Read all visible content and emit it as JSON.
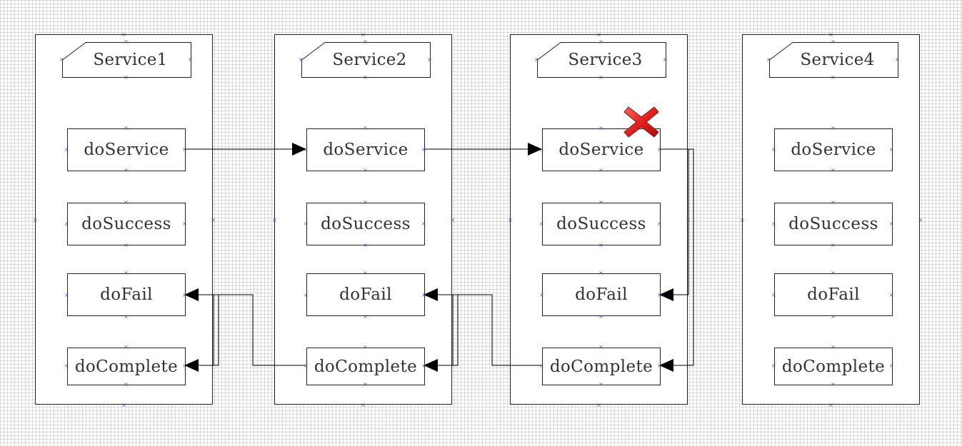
{
  "diagram": {
    "lanes": [
      {
        "id": "service1",
        "title": "Service1",
        "methods": {
          "service": "doService",
          "success": "doSuccess",
          "fail": "doFail",
          "complete": "doComplete"
        }
      },
      {
        "id": "service2",
        "title": "Service2",
        "methods": {
          "service": "doService",
          "success": "doSuccess",
          "fail": "doFail",
          "complete": "doComplete"
        }
      },
      {
        "id": "service3",
        "title": "Service3",
        "methods": {
          "service": "doService",
          "success": "doSuccess",
          "fail": "doFail",
          "complete": "doComplete"
        }
      },
      {
        "id": "service4",
        "title": "Service4",
        "methods": {
          "service": "doService",
          "success": "doSuccess",
          "fail": "doFail",
          "complete": "doComplete"
        }
      }
    ],
    "failure_marker": {
      "icon": "red-x-icon",
      "target": "Service3.doService",
      "color": "#e02020"
    },
    "connections": [
      {
        "from": "Service1.doService",
        "to": "Service2.doService"
      },
      {
        "from": "Service2.doService",
        "to": "Service3.doService"
      },
      {
        "from": "Service3.doService",
        "to": "Service3.doFail"
      },
      {
        "from": "Service3.doService",
        "to": "Service3.doComplete"
      },
      {
        "from": "Service3.doComplete",
        "to": "Service2.doFail"
      },
      {
        "from": "Service2.doFail",
        "to": "Service2.doComplete"
      },
      {
        "from": "Service2.doComplete",
        "to": "Service1.doFail"
      },
      {
        "from": "Service1.doFail",
        "to": "Service1.doComplete"
      }
    ]
  }
}
